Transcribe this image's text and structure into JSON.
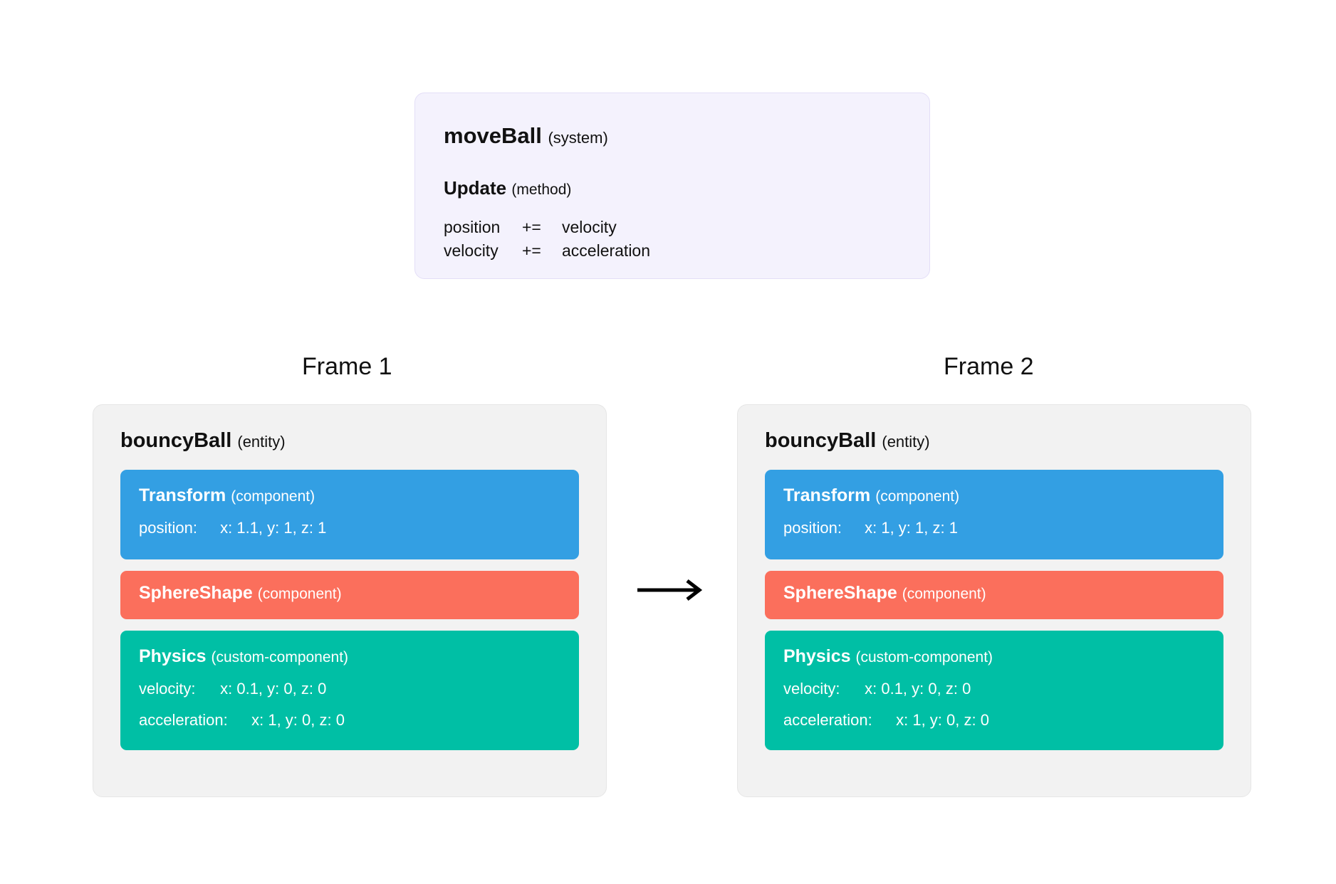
{
  "system": {
    "name": "moveBall",
    "kind": "(system)",
    "method_name": "Update",
    "method_kind": "(method)",
    "statements": [
      {
        "lhs": "position",
        "op": "+=",
        "rhs": "velocity"
      },
      {
        "lhs": "velocity",
        "op": "+=",
        "rhs": "acceleration"
      }
    ]
  },
  "frames": [
    {
      "label": "Frame 1",
      "entity": {
        "name": "bouncyBall",
        "kind": "(entity)",
        "components": [
          {
            "name": "Transform",
            "kind": "(component)",
            "color": "#339fe3",
            "rows": [
              {
                "key": "position:",
                "value": "x: 1.1, y: 1, z: 1"
              }
            ]
          },
          {
            "name": "SphereShape",
            "kind": "(component)",
            "color": "#fb6f5c",
            "rows": []
          },
          {
            "name": "Physics",
            "kind": "(custom-component)",
            "color": "#00bfa5",
            "rows": [
              {
                "key": "velocity:",
                "value": "x: 0.1, y: 0, z: 0"
              },
              {
                "key": "acceleration:",
                "value": "x: 1, y: 0, z: 0"
              }
            ]
          }
        ]
      }
    },
    {
      "label": "Frame 2",
      "entity": {
        "name": "bouncyBall",
        "kind": "(entity)",
        "components": [
          {
            "name": "Transform",
            "kind": "(component)",
            "color": "#339fe3",
            "rows": [
              {
                "key": "position:",
                "value": "x: 1, y: 1, z: 1"
              }
            ]
          },
          {
            "name": "SphereShape",
            "kind": "(component)",
            "color": "#fb6f5c",
            "rows": []
          },
          {
            "name": "Physics",
            "kind": "(custom-component)",
            "color": "#00bfa5",
            "rows": [
              {
                "key": "velocity:",
                "value": "x: 0.1, y: 0, z: 0"
              },
              {
                "key": "acceleration:",
                "value": "x: 1, y: 0, z: 0"
              }
            ]
          }
        ]
      }
    }
  ],
  "transition": {
    "icon": "arrow-right-icon"
  },
  "colors": {
    "system_bg": "#f4f2fd",
    "system_border": "#e3def7",
    "entity_bg": "#f2f2f2",
    "entity_border": "#e6e6e6",
    "transform": "#339fe3",
    "shape": "#fb6f5c",
    "physics": "#00bfa5",
    "text": "#111111",
    "page_bg": "#ffffff"
  }
}
